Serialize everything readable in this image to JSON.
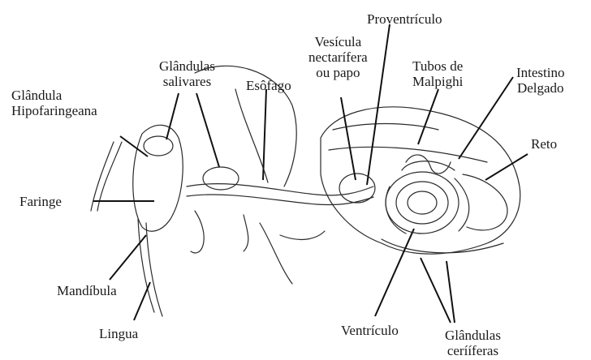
{
  "labels": {
    "glandula_hipofaringeana": "Glândula\nHipofaringeana",
    "glandulas_salivares": "Glândulas\nsalivares",
    "esofago": "Esôfago",
    "vesicula": "Vesícula\nnectarífera\nou papo",
    "proventriculo": "Proventrículo",
    "tubos_malpighi": "Tubos de\nMalpighi",
    "intestino_delgado": "Intestino\nDelgado",
    "reto": "Reto",
    "faringe": "Faringe",
    "mandibula": "Mandíbula",
    "lingua": "Lingua",
    "ventriculo": "Ventrículo",
    "glandulas_ceriferas": "Glândulas\ncerííferas"
  }
}
